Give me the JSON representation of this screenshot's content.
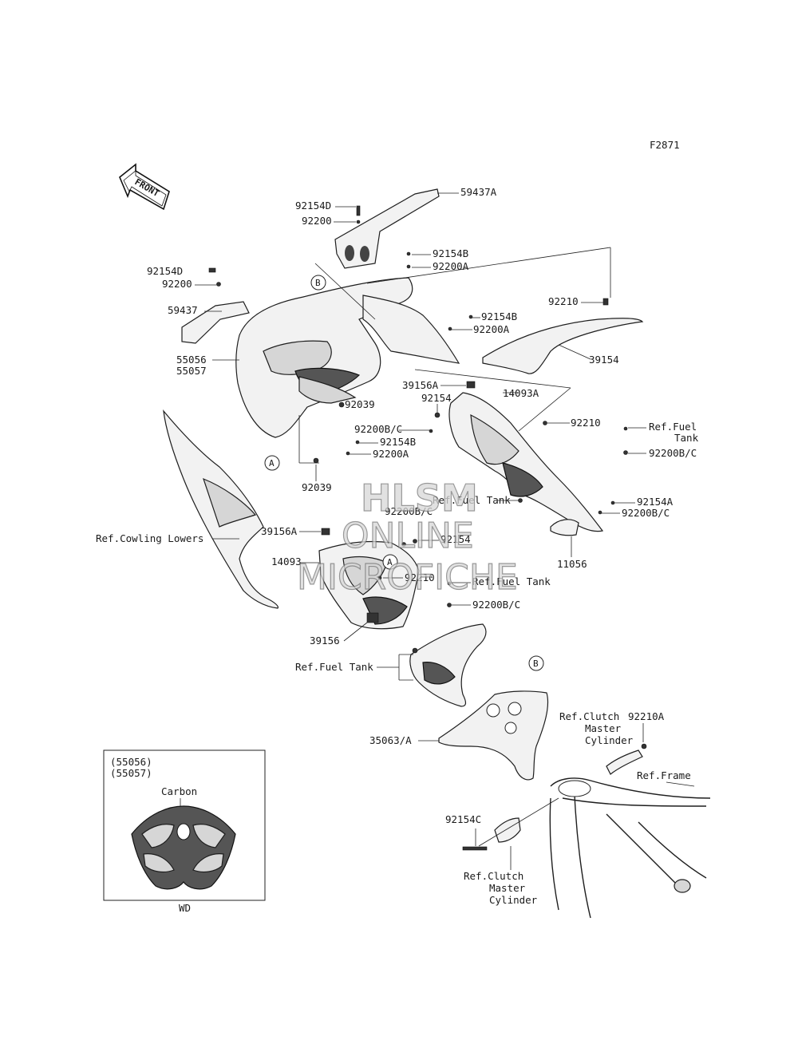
{
  "figure_code": "F2871",
  "front_badge": "FRONT",
  "watermark": [
    "HLSM",
    "ONLINE",
    "MICROFICHE"
  ],
  "callout_markers": {
    "a": "A",
    "b": "B"
  },
  "labels": {
    "p92154D_top": "92154D",
    "p92200_top": "92200",
    "p59437A": "59437A",
    "p92154B_top": "92154B",
    "p92200A_top": "92200A",
    "p92154D_left": "92154D",
    "p92200_left": "92200",
    "p59437": "59437",
    "p92210_top": "92210",
    "p92154B_mid": "92154B",
    "p92200A_mid": "92200A",
    "p55056": "55056",
    "p55057": "55057",
    "p39154": "39154",
    "p39156A_top": "39156A",
    "p14093A": "14093A",
    "p92154_mid": "92154",
    "p92039_mid": "92039",
    "p92210_mid": "92210",
    "ref_fuel_tank_1": "Ref.Fuel",
    "ref_fuel_tank_1b": "Tank",
    "p92200BC_1": "92200B/C",
    "p92200BC_left": "92200B/C",
    "p92154B_low": "92154B",
    "p92200A_low": "92200A",
    "p92039_low": "92039",
    "p92154A": "92154A",
    "p92200BC_right": "92200B/C",
    "ref_fuel_tank_2": "Ref.Fuel Tank",
    "p92200BC_center": "92200B/C",
    "ref_cowling_lowers": "Ref.Cowling Lowers",
    "p39156A_low": "39156A",
    "p92154_low": "92154",
    "p11056": "11056",
    "p14093": "14093",
    "p92210_low": "92210",
    "ref_fuel_tank_3": "Ref.Fuel Tank",
    "p92200BC_low": "92200B/C",
    "p39156": "39156",
    "ref_fuel_tank_4": "Ref.Fuel Tank",
    "ref_clutch_1a": "Ref.Clutch",
    "ref_clutch_1b": "Master",
    "ref_clutch_1c": "Cylinder",
    "p92210A": "92210A",
    "p35063A": "35063/A",
    "ref_frame": "Ref.Frame",
    "p92154C": "92154C",
    "ref_clutch_2a": "Ref.Clutch",
    "ref_clutch_2b": "Master",
    "ref_clutch_2c": "Cylinder"
  },
  "inset": {
    "line1": "(55056)",
    "line2": "(55057)",
    "material": "Carbon",
    "caption": "WD"
  }
}
